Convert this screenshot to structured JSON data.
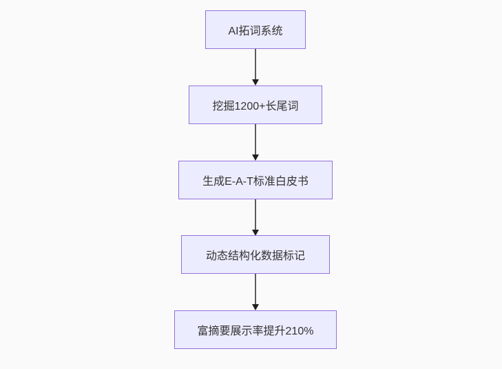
{
  "flowchart": {
    "type": "flowchart",
    "direction": "top-down",
    "nodes": [
      {
        "label": "AI拓词系统"
      },
      {
        "label": "挖掘1200+长尾词"
      },
      {
        "label": "生成E-A-T标准白皮书"
      },
      {
        "label": "动态结构化数据标记"
      },
      {
        "label": "富摘要展示率提升210%"
      }
    ],
    "edges": [
      {
        "from": 0,
        "to": 1
      },
      {
        "from": 1,
        "to": 2
      },
      {
        "from": 2,
        "to": 3
      },
      {
        "from": 3,
        "to": 4
      }
    ],
    "colors": {
      "node_fill": "#ECECFF",
      "node_border": "#9370DB",
      "text": "#333333",
      "arrow_line": "#5b5b5b",
      "arrowhead": "#1f1f1f",
      "background": "#fafafa"
    }
  }
}
